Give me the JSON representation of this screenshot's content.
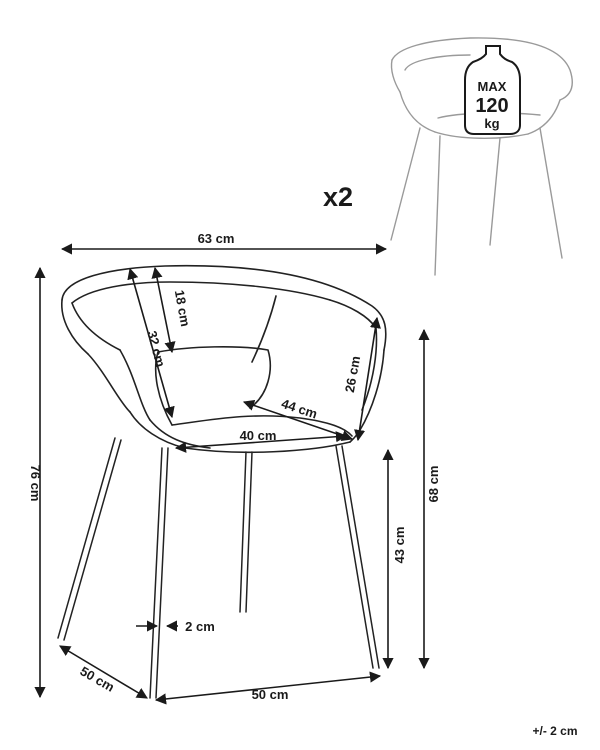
{
  "quantity": "x2",
  "weight_badge": {
    "line1": "MAX",
    "line2": "120",
    "line3": "kg"
  },
  "dimensions": {
    "width_total": "63 cm",
    "height_total": "76 cm",
    "back_inner_upper": "18 cm",
    "back_inner": "32 cm",
    "armrest_height": "26 cm",
    "seat_depth": "44 cm",
    "seat_width": "40 cm",
    "overall_arm_height": "68 cm",
    "seat_height": "43 cm",
    "leg_diameter": "2 cm",
    "base_depth": "50 cm",
    "base_width": "50 cm"
  },
  "tolerance": "+/- 2 cm"
}
